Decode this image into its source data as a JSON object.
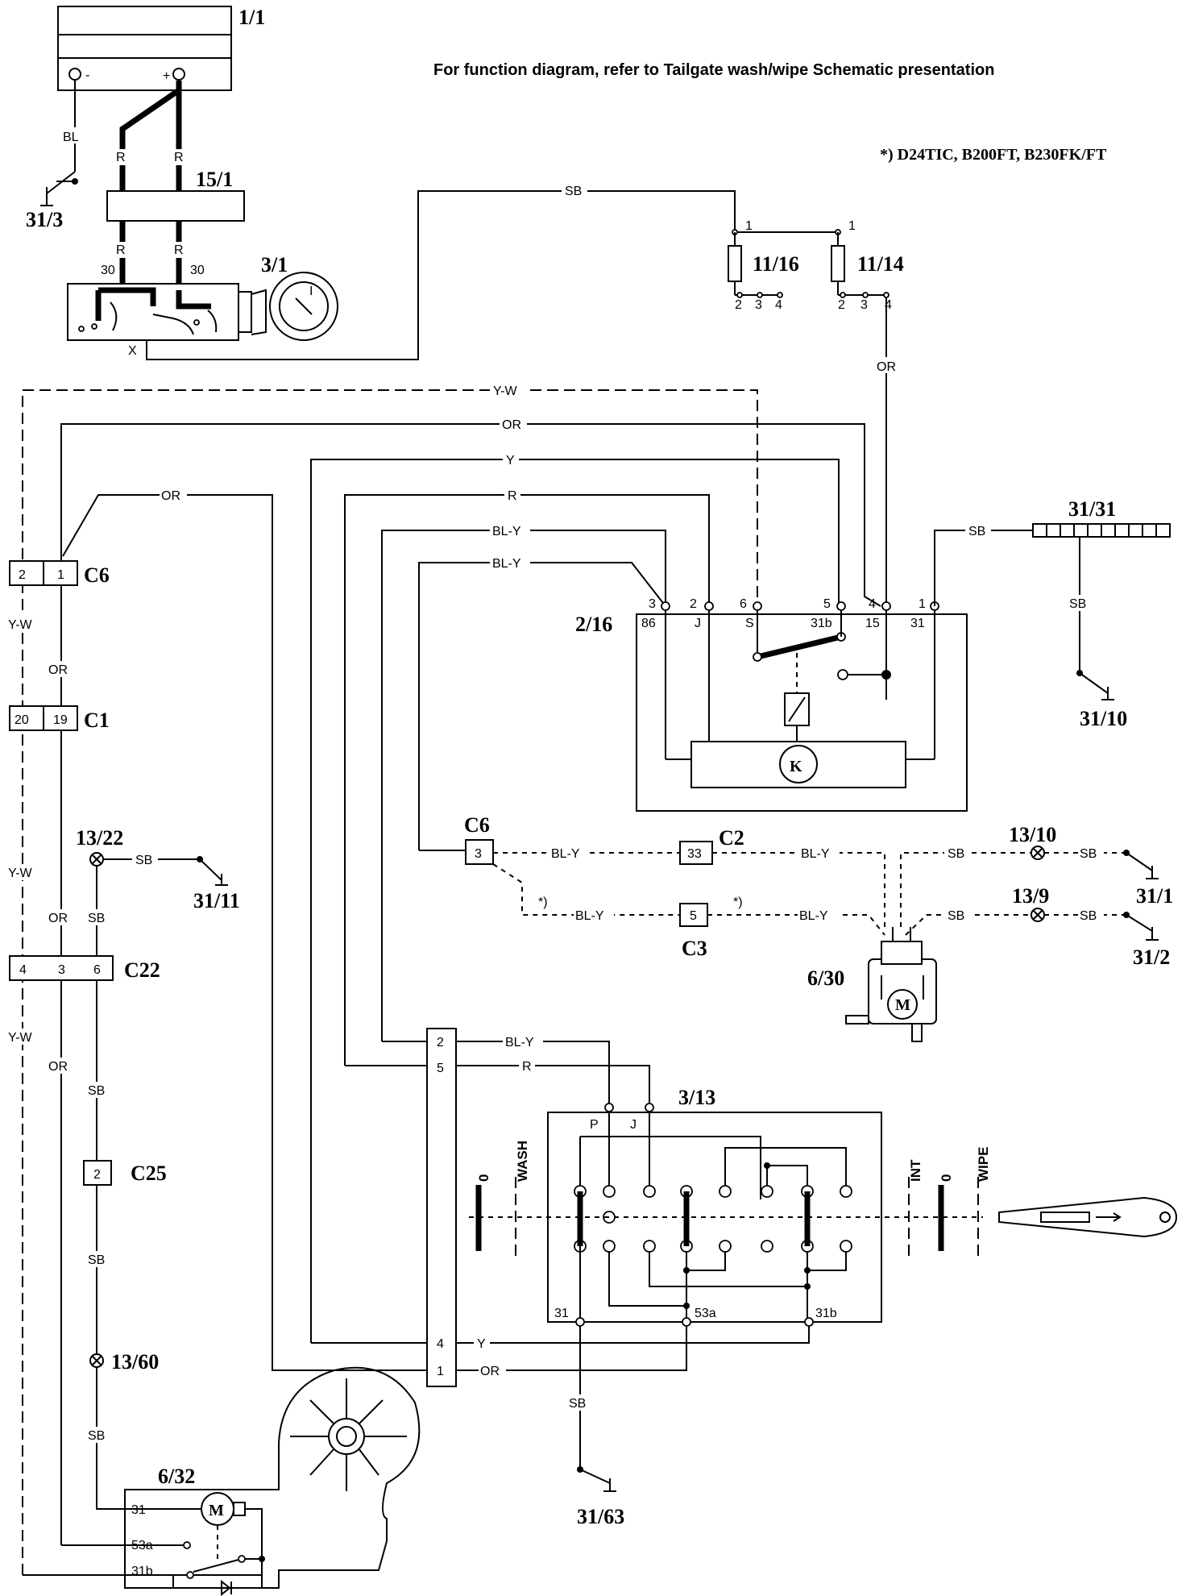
{
  "notes": {
    "function_note": "For function diagram, refer to Tailgate wash/wipe Schematic presentation",
    "footnote": "*)  D24TIC, B200FT, B230FK/FT",
    "asterisk": "*)"
  },
  "components": {
    "battery": "1/1",
    "fuse_box_main": "15/1",
    "ignition_switch": "3/1",
    "fuse_11_16": "11/16",
    "fuse_11_14": "11/14",
    "relay": "2/16",
    "ground_31_31": "31/31",
    "ground_31_10": "31/10",
    "ground_31_3": "31/3",
    "ground_31_11": "31/11",
    "ground_31_1": "31/1",
    "ground_31_2": "31/2",
    "ground_31_63": "31/63",
    "bulb_13_22": "13/22",
    "bulb_13_10": "13/10",
    "bulb_13_9": "13/9",
    "bulb_13_60": "13/60",
    "washer_pump": "6/30",
    "wiper_switch": "3/13",
    "wiper_motor": "6/32"
  },
  "connectors": {
    "c6": "C6",
    "c1": "C1",
    "c22": "C22",
    "c25": "C25",
    "c2": "C2",
    "c3": "C3",
    "c6_pin1": "1",
    "c6_pin2": "2",
    "c1_pin19": "19",
    "c1_pin20": "20",
    "c22_pin4": "4",
    "c22_pin3": "3",
    "c22_pin6": "6",
    "c25_pin2": "2",
    "c6b_pin3": "3",
    "c2_pin33": "33",
    "c3_pin5": "5",
    "big_pin2": "2",
    "big_pin5": "5",
    "big_pin4": "4",
    "big_pin1": "1"
  },
  "wires": {
    "bl": "BL",
    "r": "R",
    "sb": "SB",
    "or": "OR",
    "y": "Y",
    "yw": "Y-W",
    "bly": "BL-Y",
    "x": "X"
  },
  "relay_pins": {
    "n3": "3",
    "n2": "2",
    "n6": "6",
    "n5": "5",
    "n4": "4",
    "n1": "1",
    "t86": "86",
    "tJ": "J",
    "tS": "S",
    "t31b": "31b",
    "t15": "15",
    "t31": "31"
  },
  "ignition": {
    "t30a": "30",
    "t30b": "30"
  },
  "fuse_pins": {
    "p1": "1",
    "p2": "2",
    "p3": "3",
    "p4": "4"
  },
  "battery_terms": {
    "neg": "-",
    "pos": "+"
  },
  "wiper_switch": {
    "p": "P",
    "j": "J",
    "t31": "31",
    "t53a": "53a",
    "t31b": "31b",
    "wash": "WASH",
    "zero": "0",
    "int": "INT",
    "wipe": "WIPE"
  },
  "wiper_motor": {
    "t31": "31",
    "t53a": "53a",
    "t31b": "31b",
    "m": "M"
  },
  "pump": {
    "m": "M"
  },
  "relay_symbol": "K"
}
